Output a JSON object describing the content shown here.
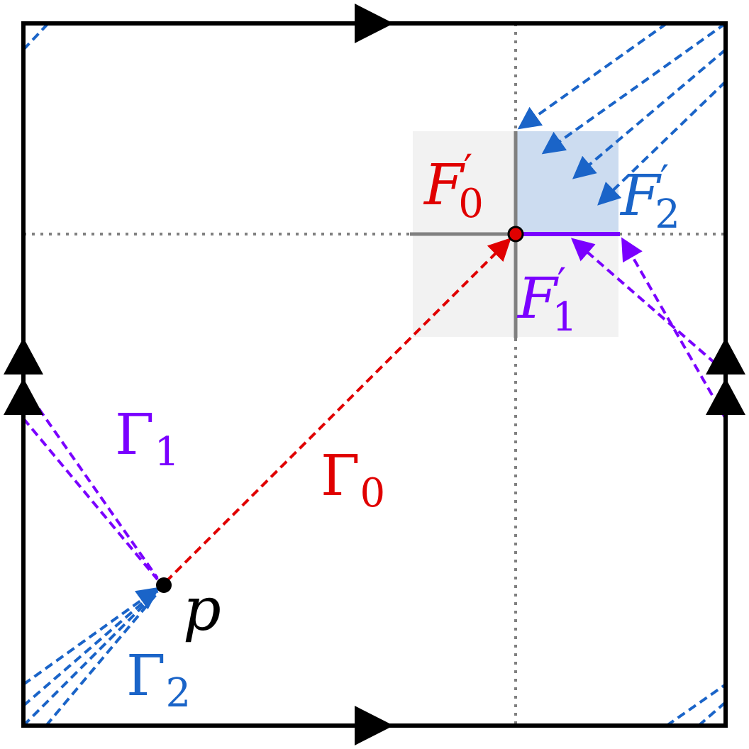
{
  "diagram": {
    "colors": {
      "frame": "#000000",
      "grid": "#808080",
      "red": "#e00000",
      "purple": "#7a00ff",
      "blue": "#1a64c8",
      "gray_region": "#f2f2f2",
      "blue_region": "#ccdcf0",
      "point": "#000000"
    },
    "labels": {
      "F0": {
        "base": "F",
        "prime": "′",
        "sub": "0"
      },
      "F1": {
        "base": "F",
        "prime": "′",
        "sub": "1"
      },
      "F2": {
        "base": "F",
        "prime": "′",
        "sub": "2"
      },
      "G0": {
        "base": "Γ",
        "sub": "0"
      },
      "G1": {
        "base": "Γ",
        "sub": "1"
      },
      "G2": {
        "base": "Γ",
        "sub": "2"
      },
      "p": "p"
    }
  }
}
